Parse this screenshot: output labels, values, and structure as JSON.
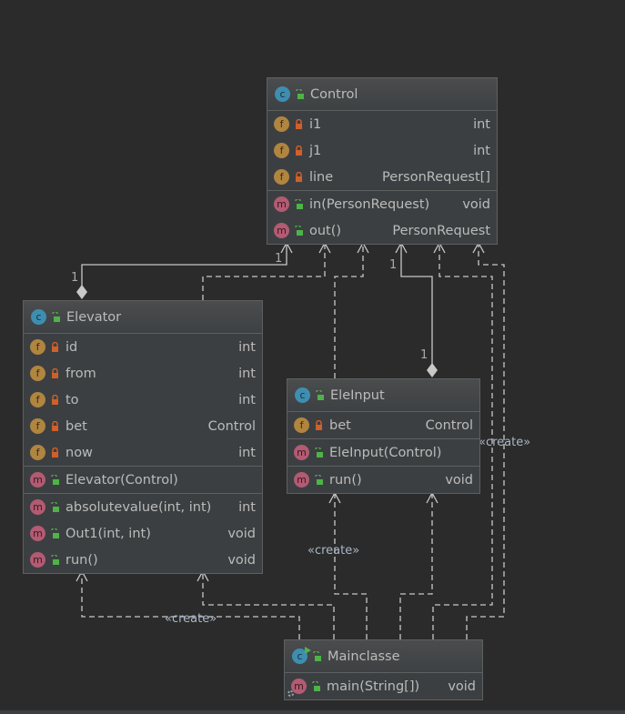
{
  "colors": {
    "background": "#2b2b2b",
    "class_body": "#3c3f41",
    "class_icon": "#3d8eb0",
    "field_icon": "#b08540",
    "method_icon": "#b25b72",
    "public_lock": "#4fb348",
    "private_lock": "#d0602a",
    "connector": "#c8c8c8"
  },
  "classes": {
    "control": {
      "name": "Control",
      "icon": "class-icon",
      "visibility": "public",
      "fields": [
        {
          "name": "i1",
          "type": "int",
          "visibility": "private"
        },
        {
          "name": "j1",
          "type": "int",
          "visibility": "private"
        },
        {
          "name": "line",
          "type": "PersonRequest[]",
          "visibility": "private"
        }
      ],
      "methods": [
        {
          "name": "in(PersonRequest)",
          "type": "void",
          "visibility": "public"
        },
        {
          "name": "out()",
          "type": "PersonRequest",
          "visibility": "public"
        }
      ]
    },
    "elevator": {
      "name": "Elevator",
      "icon": "class-icon",
      "visibility": "public",
      "fields": [
        {
          "name": "id",
          "type": "int",
          "visibility": "private"
        },
        {
          "name": "from",
          "type": "int",
          "visibility": "private"
        },
        {
          "name": "to",
          "type": "int",
          "visibility": "private"
        },
        {
          "name": "bet",
          "type": "Control",
          "visibility": "private"
        },
        {
          "name": "now",
          "type": "int",
          "visibility": "private"
        }
      ],
      "constructors": [
        {
          "name": "Elevator(Control)",
          "type": "",
          "visibility": "public"
        }
      ],
      "methods": [
        {
          "name": "absolutevalue(int, int)",
          "type": "int",
          "visibility": "public"
        },
        {
          "name": "Out1(int, int)",
          "type": "void",
          "visibility": "public"
        },
        {
          "name": "run()",
          "type": "void",
          "visibility": "public"
        }
      ]
    },
    "eleinput": {
      "name": "EleInput",
      "icon": "class-icon",
      "visibility": "public",
      "fields": [
        {
          "name": "bet",
          "type": "Control",
          "visibility": "private"
        }
      ],
      "constructors": [
        {
          "name": "EleInput(Control)",
          "type": "",
          "visibility": "public"
        }
      ],
      "methods": [
        {
          "name": "run()",
          "type": "void",
          "visibility": "public"
        }
      ]
    },
    "mainclasse": {
      "name": "Mainclasse",
      "icon": "runnable-class-icon",
      "visibility": "public",
      "methods": [
        {
          "name": "main(String[])",
          "type": "void",
          "visibility": "public",
          "static": true
        }
      ]
    }
  },
  "relations": [
    {
      "from": "Elevator",
      "to": "Control",
      "kind": "aggregation",
      "from_multiplicity": "1",
      "to_multiplicity": "1"
    },
    {
      "from": "EleInput",
      "to": "Control",
      "kind": "aggregation",
      "from_multiplicity": "1",
      "to_multiplicity": "1"
    },
    {
      "from": "Elevator",
      "to": "Control",
      "kind": "dependency"
    },
    {
      "from": "EleInput",
      "to": "Control",
      "kind": "dependency"
    },
    {
      "from": "Mainclasse",
      "to": "Control",
      "kind": "dependency",
      "label": "«create»"
    },
    {
      "from": "Mainclasse",
      "to": "Control",
      "kind": "dependency"
    },
    {
      "from": "Mainclasse",
      "to": "Elevator",
      "kind": "dependency",
      "label": "«create»"
    },
    {
      "from": "Mainclasse",
      "to": "Elevator",
      "kind": "dependency"
    },
    {
      "from": "Mainclasse",
      "to": "EleInput",
      "kind": "dependency",
      "label": "«create»"
    },
    {
      "from": "Mainclasse",
      "to": "EleInput",
      "kind": "dependency"
    }
  ],
  "labels": {
    "create": "«create»",
    "one": "1"
  }
}
